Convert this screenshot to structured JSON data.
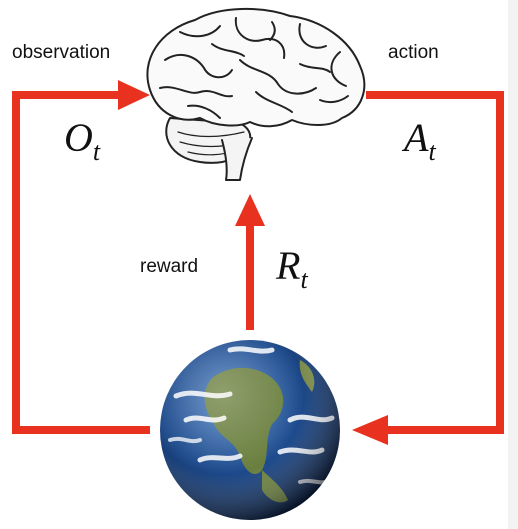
{
  "labels": {
    "observation": "observation",
    "action": "action",
    "reward": "reward"
  },
  "symbols": {
    "observation": {
      "base": "O",
      "sub": "t"
    },
    "action": {
      "base": "A",
      "sub": "t"
    },
    "reward": {
      "base": "R",
      "sub": "t"
    }
  },
  "colors": {
    "arrow": "#e8321f",
    "text": "#111111",
    "ocean": "#1d4a8c",
    "land": "#6a7f3e"
  },
  "icons": {
    "agent": "brain-icon",
    "environment": "earth-globe-icon"
  }
}
